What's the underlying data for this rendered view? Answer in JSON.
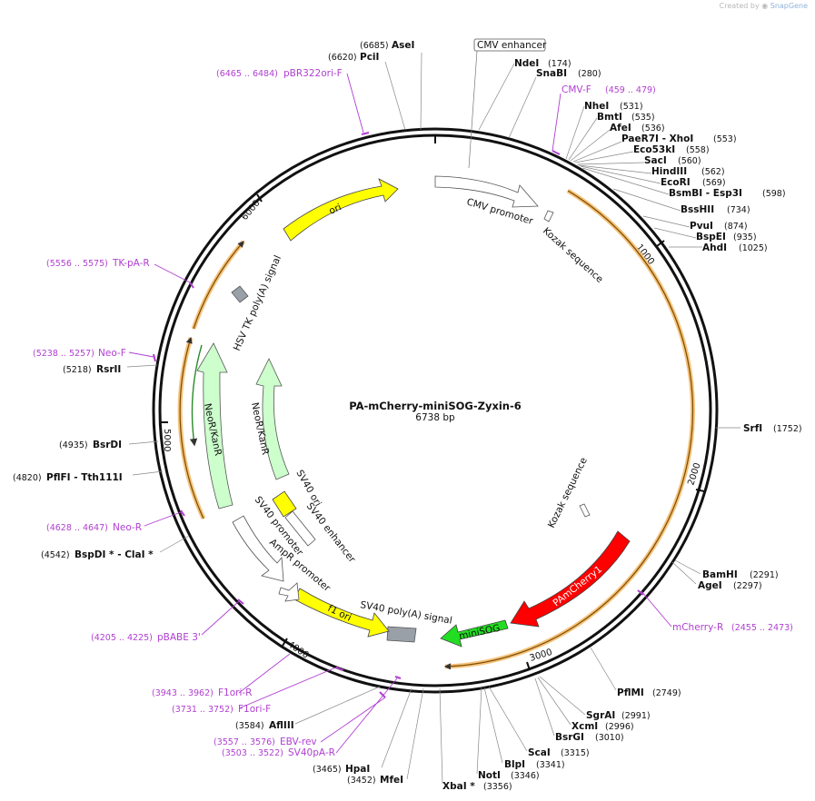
{
  "credit": {
    "prefix": "Created by",
    "brand": "SnapGene"
  },
  "plasmid": {
    "name": "PA-mCherry-miniSOG-Zyxin-6",
    "length_label": "6738 bp",
    "total_bp": 6738
  },
  "ticks": [
    "1000",
    "2000",
    "3000",
    "4000",
    "5000",
    "6000"
  ],
  "enzymes": [
    {
      "name": "AseI",
      "pos": "(6685)"
    },
    {
      "name": "PciI",
      "pos": "(6620)"
    },
    {
      "name": "NdeI",
      "pos": "(174)"
    },
    {
      "name": "SnaBI",
      "pos": "(280)"
    },
    {
      "name": "NheI",
      "pos": "(531)"
    },
    {
      "name": "BmtI",
      "pos": "(535)"
    },
    {
      "name": "AfeI",
      "pos": "(536)"
    },
    {
      "name": "PaeR7I - XhoI",
      "pos": "(553)"
    },
    {
      "name": "Eco53kI",
      "pos": "(558)"
    },
    {
      "name": "SacI",
      "pos": "(560)"
    },
    {
      "name": "HindIII",
      "pos": "(562)"
    },
    {
      "name": "EcoRI",
      "pos": "(569)"
    },
    {
      "name": "BsmBI - Esp3I",
      "pos": "(598)"
    },
    {
      "name": "BssHII",
      "pos": "(734)"
    },
    {
      "name": "PvuI",
      "pos": "(874)"
    },
    {
      "name": "BspEI",
      "pos": "(935)"
    },
    {
      "name": "AhdI",
      "pos": "(1025)"
    },
    {
      "name": "SrfI",
      "pos": "(1752)"
    },
    {
      "name": "BamHI",
      "pos": "(2291)"
    },
    {
      "name": "AgeI",
      "pos": "(2297)"
    },
    {
      "name": "PflMI",
      "pos": "(2749)"
    },
    {
      "name": "SgrAI",
      "pos": "(2991)"
    },
    {
      "name": "XcmI",
      "pos": "(2996)"
    },
    {
      "name": "BsrGI",
      "pos": "(3010)"
    },
    {
      "name": "ScaI",
      "pos": "(3315)"
    },
    {
      "name": "BlpI",
      "pos": "(3341)"
    },
    {
      "name": "NotI",
      "pos": "(3346)"
    },
    {
      "name": "XbaI *",
      "pos": "(3356)"
    },
    {
      "name": "MfeI",
      "pos": "(3452)"
    },
    {
      "name": "HpaI",
      "pos": "(3465)"
    },
    {
      "name": "AflIII",
      "pos": "(3584)"
    },
    {
      "name": "BspDI * - ClaI *",
      "pos": "(4542)"
    },
    {
      "name": "PflFI - Tth111I",
      "pos": "(4820)"
    },
    {
      "name": "BsrDI",
      "pos": "(4935)"
    },
    {
      "name": "RsrII",
      "pos": "(5218)"
    }
  ],
  "primers": [
    {
      "name": "pBR322ori-F",
      "range": "(6465 .. 6484)"
    },
    {
      "name": "CMV-F",
      "range": "(459 .. 479)"
    },
    {
      "name": "TK-pA-R",
      "range": "(5556 .. 5575)"
    },
    {
      "name": "Neo-F",
      "range": "(5238 .. 5257)"
    },
    {
      "name": "Neo-R",
      "range": "(4628 .. 4647)"
    },
    {
      "name": "pBABE 3'",
      "range": "(4205 .. 4225)"
    },
    {
      "name": "mCherry-R",
      "range": "(2455 .. 2473)"
    },
    {
      "name": "F1ori-R",
      "range": "(3943 .. 3962)"
    },
    {
      "name": "F1ori-F",
      "range": "(3731 .. 3752)"
    },
    {
      "name": "EBV-rev",
      "range": "(3557 .. 3576)"
    },
    {
      "name": "SV40pA-R",
      "range": "(3503 .. 3522)"
    }
  ],
  "features": [
    {
      "name": "CMV enhancer"
    },
    {
      "name": "CMV promoter"
    },
    {
      "name": "Kozak sequence"
    },
    {
      "name": "Kozak sequence"
    },
    {
      "name": "PAmCherry1"
    },
    {
      "name": "miniSOG"
    },
    {
      "name": "SV40 poly(A) signal"
    },
    {
      "name": "f1 ori"
    },
    {
      "name": "AmpR promoter"
    },
    {
      "name": "SV40 promoter"
    },
    {
      "name": "SV40 enhancer"
    },
    {
      "name": "SV40 ori"
    },
    {
      "name": "NeoR/KanR"
    },
    {
      "name": "NeoR/KanR"
    },
    {
      "name": "HSV TK poly(A) signal"
    },
    {
      "name": "ori"
    }
  ],
  "colors": {
    "backbone": "#111111",
    "primer": "#b03fd1",
    "orf_highlight": "#f5c27a",
    "ori": "#ffff00",
    "pamcherry": "#ff0000",
    "minisog": "#22dd22",
    "neo": "#ccffcc",
    "grey_box": "#9aa0a8",
    "promoter": "#ffffff"
  }
}
